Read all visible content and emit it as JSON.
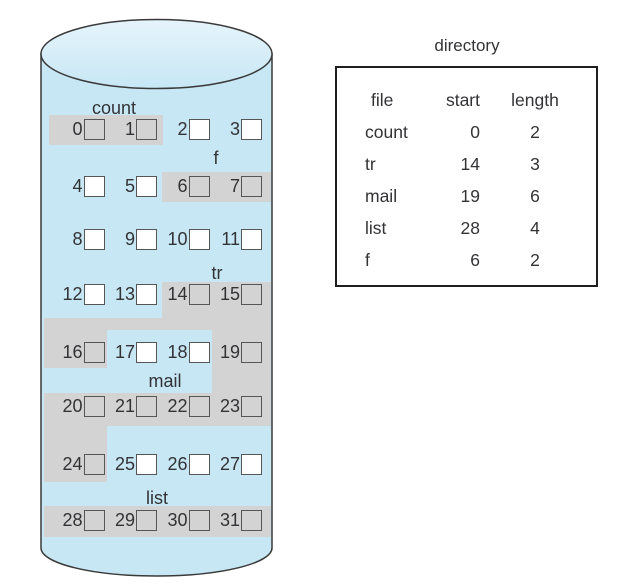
{
  "disk": {
    "block_count": 32,
    "blocks_per_row": 4,
    "allocated_blocks": [
      0,
      1,
      6,
      7,
      14,
      15,
      16,
      19,
      20,
      21,
      22,
      23,
      24,
      28,
      29,
      30,
      31
    ],
    "file_labels": [
      {
        "name": "count"
      },
      {
        "name": "f"
      },
      {
        "name": "tr"
      },
      {
        "name": "mail"
      },
      {
        "name": "list"
      }
    ]
  },
  "directory": {
    "title": "directory",
    "columns": [
      "file",
      "start",
      "length"
    ],
    "rows": [
      {
        "file": "count",
        "start": "0",
        "length": "2"
      },
      {
        "file": "tr",
        "start": "14",
        "length": "3"
      },
      {
        "file": "mail",
        "start": "19",
        "length": "6"
      },
      {
        "file": "list",
        "start": "28",
        "length": "4"
      },
      {
        "file": "f",
        "start": "6",
        "length": "2"
      }
    ]
  },
  "colors": {
    "disk_fill": "#c7e7f5",
    "disk_fill_light": "#e2f2fa",
    "allocated_gray": "#d3d3d3",
    "outline": "#3a3a3a",
    "square_border": "#565656",
    "text": "#333336"
  }
}
